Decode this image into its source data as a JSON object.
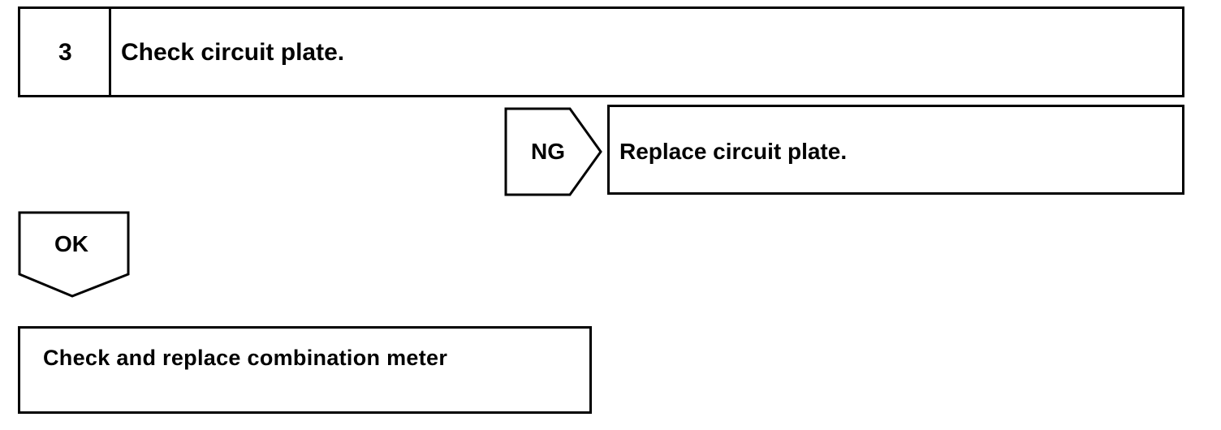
{
  "step": {
    "number": "3",
    "title": "Check circuit plate."
  },
  "ng_branch": {
    "label": "NG",
    "action": "Replace circuit plate."
  },
  "ok_branch": {
    "label": "OK"
  },
  "final_step": {
    "text": "Check and replace combination meter"
  }
}
